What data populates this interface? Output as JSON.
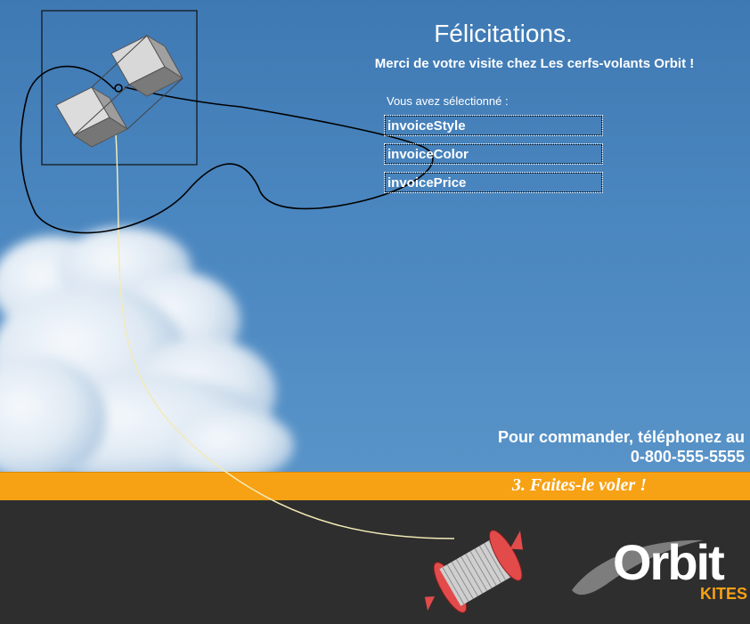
{
  "header": {
    "title": "Félicitations.",
    "subtitle": "Merci de votre visite chez Les cerfs-volants Orbit !"
  },
  "selection": {
    "label": "Vous avez sélectionné :",
    "fields": [
      "invoiceStyle",
      "invoiceColor",
      "invoicePrice"
    ]
  },
  "order": {
    "line1": "Pour commander, téléphonez au",
    "phone": "0-800-555-5555"
  },
  "band": {
    "title": "3. Faites-le voler !"
  },
  "logo": {
    "word": "Orbit",
    "sub": "KITES"
  },
  "colors": {
    "sky": "#4a86bf",
    "orange": "#f7a114",
    "footer": "#2e2e2e",
    "spool": "#e34b4b"
  }
}
